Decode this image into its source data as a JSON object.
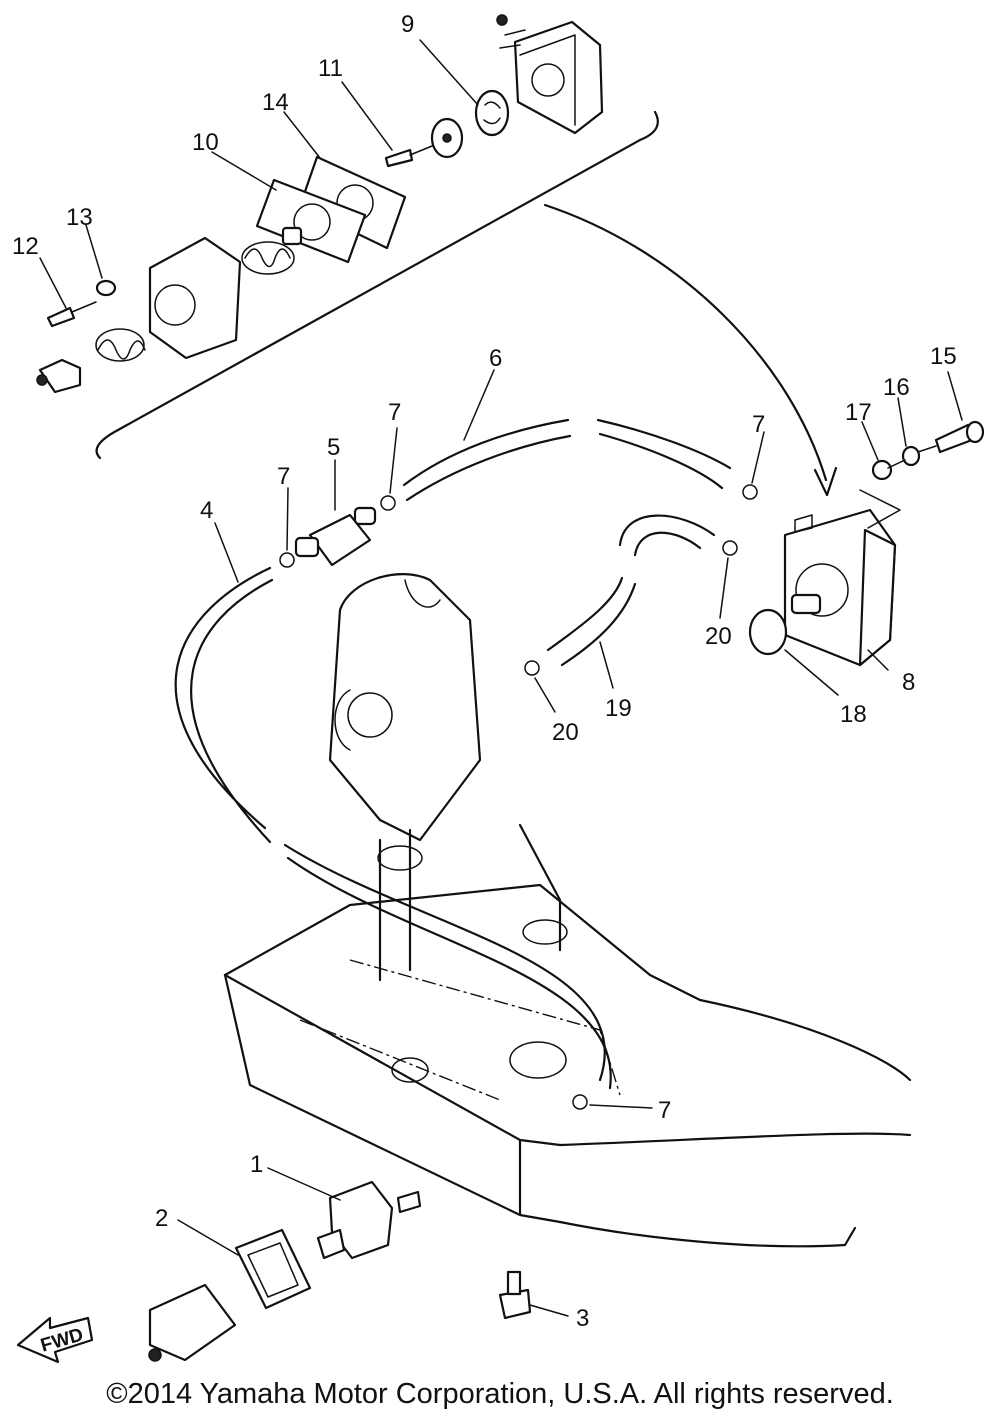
{
  "callouts": [
    "1",
    "2",
    "3",
    "4",
    "5",
    "6",
    "7",
    "8",
    "9",
    "10",
    "11",
    "12",
    "13",
    "14",
    "15",
    "16",
    "17",
    "18",
    "19",
    "20"
  ],
  "fwd_label": "FWD",
  "copyright": "©2014 Yamaha Motor Corporation, U.S.A. All rights reserved."
}
